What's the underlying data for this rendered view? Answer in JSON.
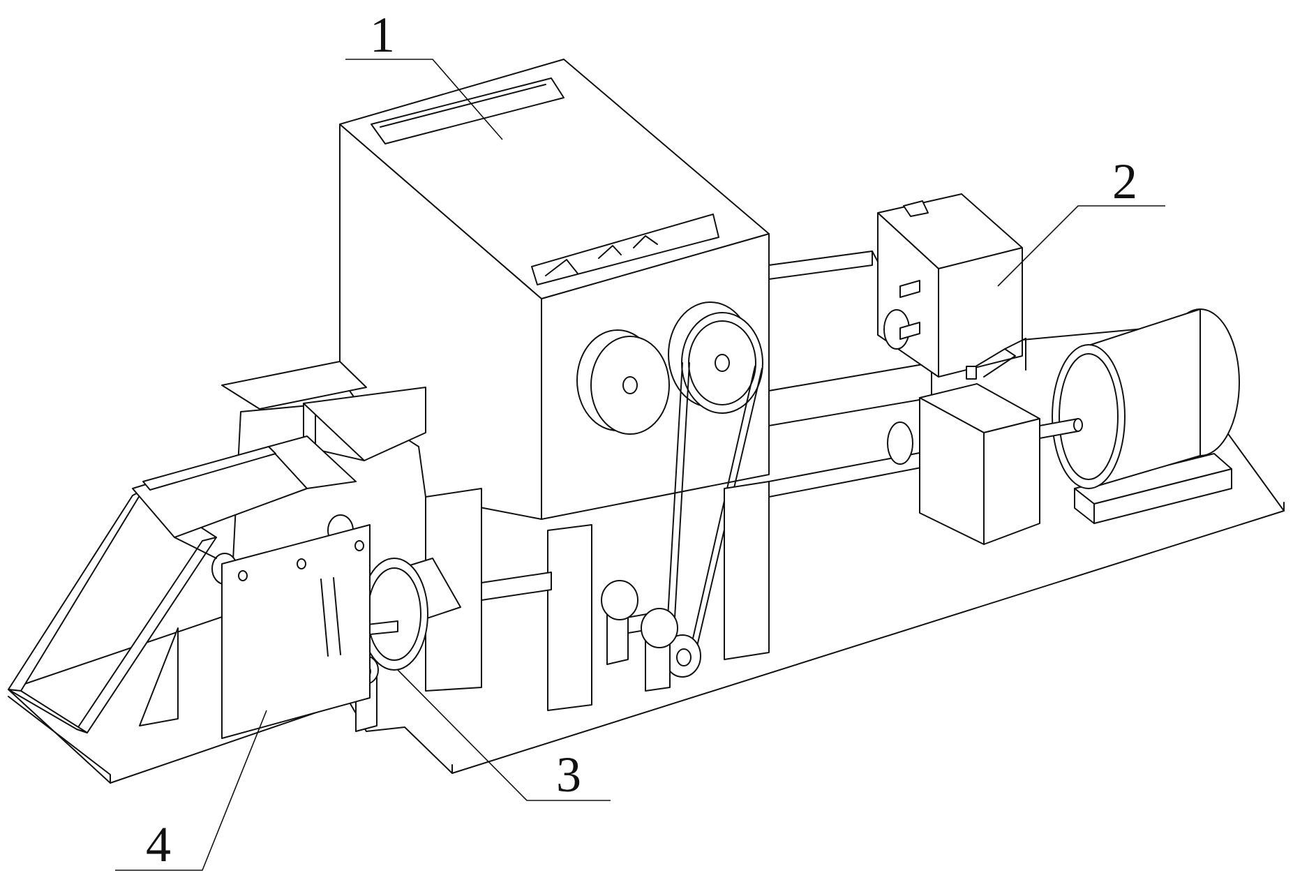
{
  "figure": {
    "type": "patent-line-drawing",
    "subject": "machine",
    "line_color": "#111111",
    "background_color": "#ffffff"
  },
  "callouts": [
    {
      "id": "1",
      "label": "1"
    },
    {
      "id": "2",
      "label": "2"
    },
    {
      "id": "3",
      "label": "3"
    },
    {
      "id": "4",
      "label": "4"
    }
  ]
}
